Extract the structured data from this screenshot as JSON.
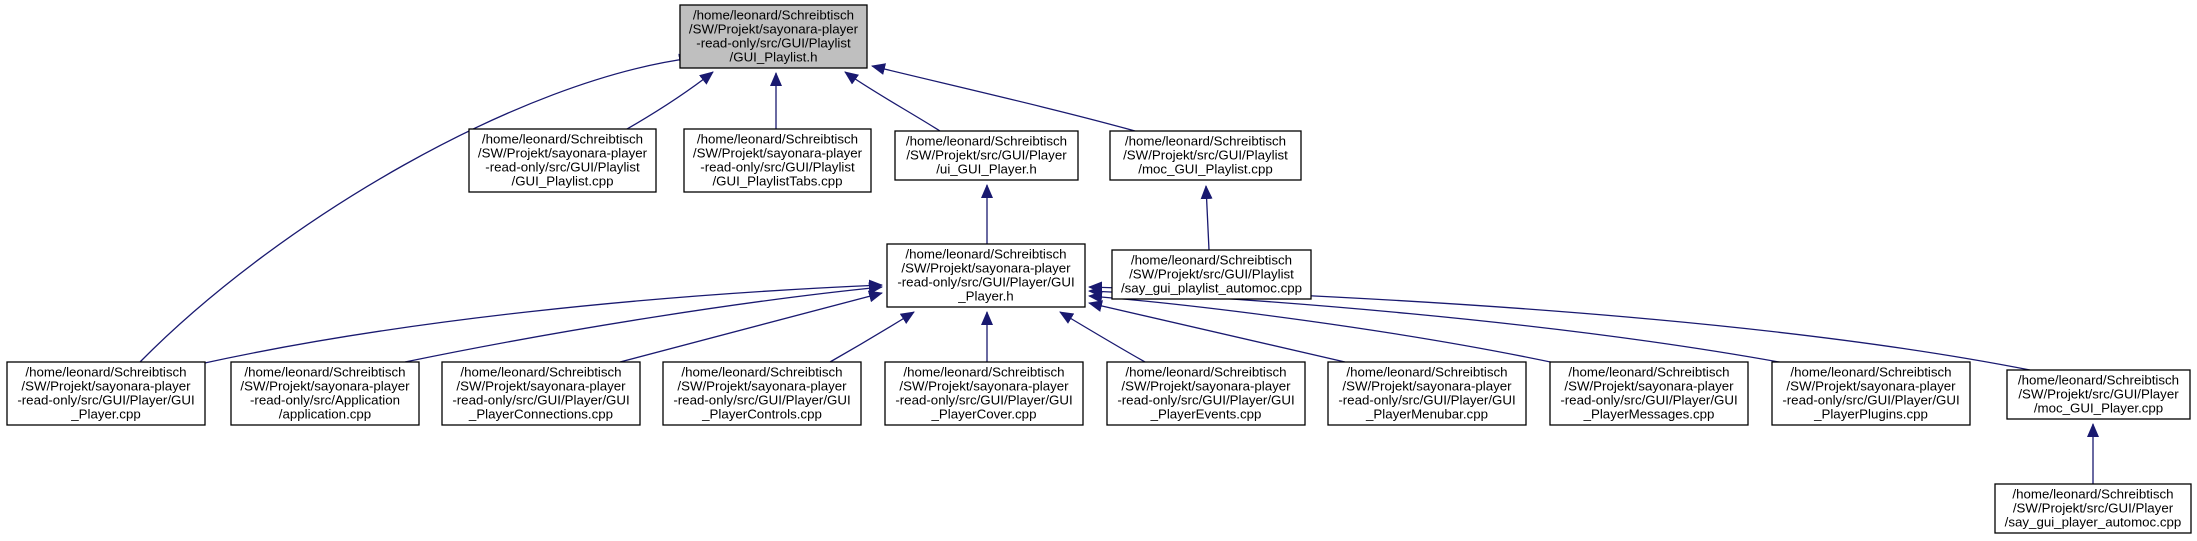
{
  "colors": {
    "edge": "#191970",
    "highlight_fill": "#bfbfbf",
    "node_fill": "#ffffff",
    "node_stroke": "#000000"
  },
  "nodes": [
    {
      "id": "gui_playlist_h",
      "highlight": true,
      "lines": [
        "/home/leonard/Schreibtisch",
        "/SW/Projekt/sayonara-player",
        "-read-only/src/GUI/Playlist",
        "/GUI_Playlist.h"
      ]
    },
    {
      "id": "gui_playlist_cpp",
      "lines": [
        "/home/leonard/Schreibtisch",
        "/SW/Projekt/sayonara-player",
        "-read-only/src/GUI/Playlist",
        "/GUI_Playlist.cpp"
      ]
    },
    {
      "id": "gui_playlisttabs_cpp",
      "lines": [
        "/home/leonard/Schreibtisch",
        "/SW/Projekt/sayonara-player",
        "-read-only/src/GUI/Playlist",
        "/GUI_PlaylistTabs.cpp"
      ]
    },
    {
      "id": "ui_gui_player_h",
      "lines": [
        "/home/leonard/Schreibtisch",
        "/SW/Projekt/src/GUI/Player",
        "/ui_GUI_Player.h"
      ]
    },
    {
      "id": "moc_gui_playlist_cpp",
      "lines": [
        "/home/leonard/Schreibtisch",
        "/SW/Projekt/src/GUI/Playlist",
        "/moc_GUI_Playlist.cpp"
      ]
    },
    {
      "id": "gui_player_h",
      "lines": [
        "/home/leonard/Schreibtisch",
        "/SW/Projekt/sayonara-player",
        "-read-only/src/GUI/Player/GUI",
        "_Player.h"
      ]
    },
    {
      "id": "say_gui_playlist_automoc",
      "lines": [
        "/home/leonard/Schreibtisch",
        "/SW/Projekt/src/GUI/Playlist",
        "/say_gui_playlist_automoc.cpp"
      ]
    },
    {
      "id": "gui_player_cpp",
      "lines": [
        "/home/leonard/Schreibtisch",
        "/SW/Projekt/sayonara-player",
        "-read-only/src/GUI/Player/GUI",
        "_Player.cpp"
      ]
    },
    {
      "id": "application_cpp",
      "lines": [
        "/home/leonard/Schreibtisch",
        "/SW/Projekt/sayonara-player",
        "-read-only/src/Application",
        "/application.cpp"
      ]
    },
    {
      "id": "gui_playerconnections_cpp",
      "lines": [
        "/home/leonard/Schreibtisch",
        "/SW/Projekt/sayonara-player",
        "-read-only/src/GUI/Player/GUI",
        "_PlayerConnections.cpp"
      ]
    },
    {
      "id": "gui_playercontrols_cpp",
      "lines": [
        "/home/leonard/Schreibtisch",
        "/SW/Projekt/sayonara-player",
        "-read-only/src/GUI/Player/GUI",
        "_PlayerControls.cpp"
      ]
    },
    {
      "id": "gui_playercover_cpp",
      "lines": [
        "/home/leonard/Schreibtisch",
        "/SW/Projekt/sayonara-player",
        "-read-only/src/GUI/Player/GUI",
        "_PlayerCover.cpp"
      ]
    },
    {
      "id": "gui_playerevents_cpp",
      "lines": [
        "/home/leonard/Schreibtisch",
        "/SW/Projekt/sayonara-player",
        "-read-only/src/GUI/Player/GUI",
        "_PlayerEvents.cpp"
      ]
    },
    {
      "id": "gui_playermenubar_cpp",
      "lines": [
        "/home/leonard/Schreibtisch",
        "/SW/Projekt/sayonara-player",
        "-read-only/src/GUI/Player/GUI",
        "_PlayerMenubar.cpp"
      ]
    },
    {
      "id": "gui_playermessages_cpp",
      "lines": [
        "/home/leonard/Schreibtisch",
        "/SW/Projekt/sayonara-player",
        "-read-only/src/GUI/Player/GUI",
        "_PlayerMessages.cpp"
      ]
    },
    {
      "id": "gui_playerplugins_cpp",
      "lines": [
        "/home/leonard/Schreibtisch",
        "/SW/Projekt/sayonara-player",
        "-read-only/src/GUI/Player/GUI",
        "_PlayerPlugins.cpp"
      ]
    },
    {
      "id": "moc_gui_player_cpp",
      "lines": [
        "/home/leonard/Schreibtisch",
        "/SW/Projekt/src/GUI/Player",
        "/moc_GUI_Player.cpp"
      ]
    },
    {
      "id": "say_gui_player_automoc",
      "lines": [
        "/home/leonard/Schreibtisch",
        "/SW/Projekt/src/GUI/Player",
        "/say_gui_player_automoc.cpp"
      ]
    }
  ],
  "edges": [
    {
      "from": "gui_player_cpp",
      "to": "gui_playlist_h"
    },
    {
      "from": "gui_playlist_cpp",
      "to": "gui_playlist_h"
    },
    {
      "from": "gui_playlisttabs_cpp",
      "to": "gui_playlist_h"
    },
    {
      "from": "ui_gui_player_h",
      "to": "gui_playlist_h"
    },
    {
      "from": "moc_gui_playlist_cpp",
      "to": "gui_playlist_h"
    },
    {
      "from": "gui_player_h",
      "to": "ui_gui_player_h"
    },
    {
      "from": "say_gui_playlist_automoc",
      "to": "moc_gui_playlist_cpp"
    },
    {
      "from": "gui_player_cpp",
      "to": "gui_player_h"
    },
    {
      "from": "application_cpp",
      "to": "gui_player_h"
    },
    {
      "from": "gui_playerconnections_cpp",
      "to": "gui_player_h"
    },
    {
      "from": "gui_playercontrols_cpp",
      "to": "gui_player_h"
    },
    {
      "from": "gui_playercover_cpp",
      "to": "gui_player_h"
    },
    {
      "from": "gui_playerevents_cpp",
      "to": "gui_player_h"
    },
    {
      "from": "gui_playermenubar_cpp",
      "to": "gui_player_h"
    },
    {
      "from": "gui_playermessages_cpp",
      "to": "gui_player_h"
    },
    {
      "from": "gui_playerplugins_cpp",
      "to": "gui_player_h"
    },
    {
      "from": "moc_gui_player_cpp",
      "to": "gui_player_h"
    },
    {
      "from": "say_gui_player_automoc",
      "to": "moc_gui_player_cpp"
    }
  ]
}
